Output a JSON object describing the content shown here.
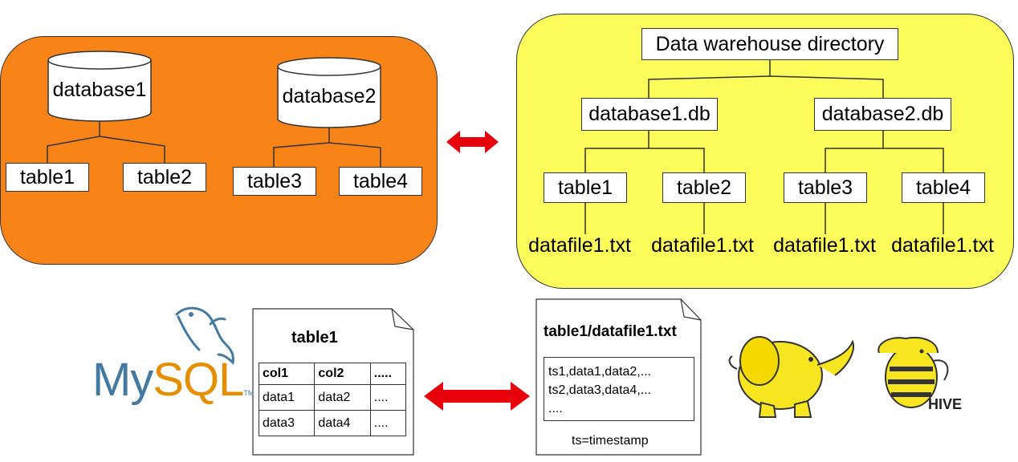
{
  "mysql_side": {
    "databases": [
      {
        "name": "database1",
        "tables": [
          "table1",
          "table2"
        ]
      },
      {
        "name": "database2",
        "tables": [
          "table3",
          "table4"
        ]
      }
    ]
  },
  "warehouse": {
    "root": "Data warehouse directory",
    "databases": [
      {
        "name": "database1.db",
        "tables": [
          {
            "name": "table1",
            "file": "datafile1.txt"
          },
          {
            "name": "table2",
            "file": "datafile1.txt"
          }
        ]
      },
      {
        "name": "database2.db",
        "tables": [
          {
            "name": "table3",
            "file": "datafile1.txt"
          },
          {
            "name": "table4",
            "file": "datafile1.txt"
          }
        ]
      }
    ]
  },
  "table_doc": {
    "title": "table1",
    "header": [
      "col1",
      "col2",
      "....."
    ],
    "rows": [
      [
        "data1",
        "data2",
        "...."
      ],
      [
        "data3",
        "data4",
        "...."
      ]
    ]
  },
  "file_doc": {
    "title": "table1/datafile1.txt",
    "lines": [
      "ts1,data1,data2,...",
      "ts2,data3,data4,...",
      "...."
    ],
    "note": "ts=timestamp"
  },
  "logos": {
    "mysql": {
      "part1": "My",
      "part2": "SQL",
      "tm": "TM",
      "color1": "#4479a1",
      "color2": "#e48e00"
    },
    "hadoop": {
      "color": "#f6e51f"
    },
    "hive": {
      "text": "HIVE",
      "color": "#f6e51f"
    }
  },
  "colors": {
    "orange_panel": "#f88417",
    "yellow_panel": "#fcfc5b",
    "arrow": "#e8000b"
  }
}
